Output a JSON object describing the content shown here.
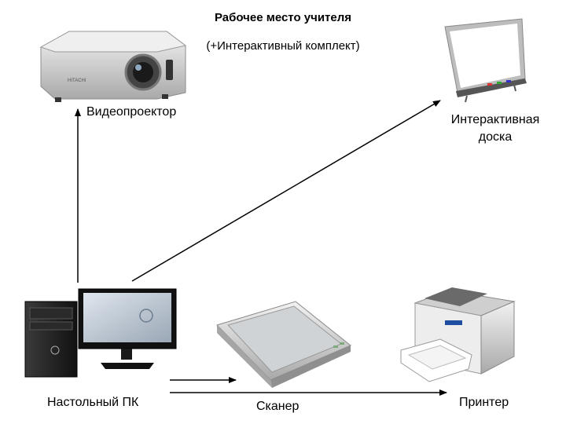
{
  "header": {
    "title": "Рабочее место учителя",
    "subtitle": "(+Интерактивный комплект)"
  },
  "devices": {
    "projector": {
      "label": "Видеопроектор",
      "brand": "HITACHI"
    },
    "board": {
      "label_line1": "Интерактивная",
      "label_line2": "доска"
    },
    "pc": {
      "label": "Настольный ПК"
    },
    "scanner": {
      "label": "Сканер"
    },
    "printer": {
      "label": "Принтер"
    }
  },
  "colors": {
    "arrow": "#000000",
    "device_silver": "#d9d9d9",
    "device_dark": "#222222"
  }
}
